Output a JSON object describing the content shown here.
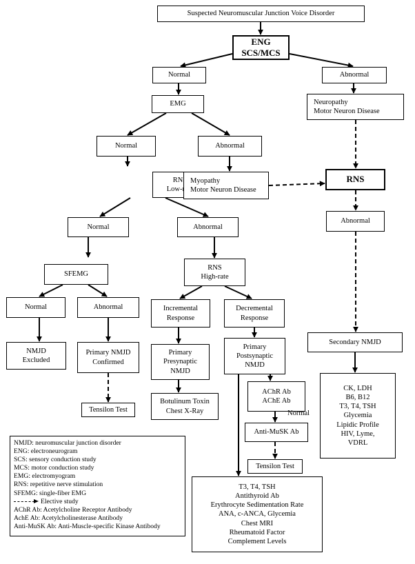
{
  "boxes": {
    "suspected": [
      "Suspected Neuromuscular Junction Voice Disorder"
    ],
    "eng": [
      "ENG",
      "SCS/MCS"
    ],
    "eng_normal": [
      "Normal"
    ],
    "eng_abnormal": [
      "Abnormal"
    ],
    "emg": [
      "EMG"
    ],
    "neuropathy": [
      "Neuropathy",
      "Motor Neuron Disease"
    ],
    "emg_normal": [
      "Normal"
    ],
    "emg_abnormal": [
      "Abnormal"
    ],
    "rns_low": [
      "RNS",
      "Low-rate"
    ],
    "myopathy": [
      "Myopathy",
      "Motor Neuron Disease"
    ],
    "rns_right": [
      "RNS"
    ],
    "rns_low_normal": [
      "Normal"
    ],
    "rns_low_abnormal": [
      "Abnormal"
    ],
    "rns_right_abnormal": [
      "Abnormal"
    ],
    "sfemg": [
      "SFEMG"
    ],
    "rns_high": [
      "RNS",
      "High-rate"
    ],
    "sfemg_normal": [
      "Normal"
    ],
    "sfemg_abnormal": [
      "Abnormal"
    ],
    "incremental": [
      "Incremental",
      "Response"
    ],
    "decremental": [
      "Decremental",
      "Response"
    ],
    "nmjd_excluded": [
      "NMJD",
      "Excluded"
    ],
    "primary_confirmed": [
      "Primary NMJD",
      "Confirmed"
    ],
    "primary_presynaptic": [
      "Primary",
      "Presynaptic",
      "NMJD"
    ],
    "primary_postsynaptic": [
      "Primary",
      "Postsynaptic",
      "NMJD"
    ],
    "secondary_nmjd": [
      "Secondary NMJD"
    ],
    "ab_tests": [
      "AChR Ab",
      "AChE Ab"
    ],
    "labs_right": [
      "CK, LDH",
      "B6, B12",
      "T3, T4, TSH",
      "Glycemia",
      "Lipidic Profile",
      "HIV, Lyme,",
      "VDRL"
    ],
    "tensilon_left": [
      "Tensilon Test"
    ],
    "botulinum": [
      "Botulinum Toxin",
      "Chest X-Ray"
    ],
    "antimusk": [
      "Anti-MuSK Ab"
    ],
    "tensilon_right": [
      "Tensilon Test"
    ],
    "labs_bottom": [
      "T3, T4, TSH",
      "Antithyroid Ab",
      "Erythrocyte Sedimentation Rate",
      "ANA, c-ANCA, Glycemia",
      "Chest MRI",
      "Rheumatoid Factor",
      "Complement Levels"
    ]
  },
  "edge_labels": {
    "normal_to_antimusk": "Normal"
  },
  "legend": {
    "lines": [
      "NMJD: neuromuscular junction disorder",
      "ENG: electroneurogram",
      "SCS: sensory conduction study",
      "MCS: motor conduction study",
      "EMG: electromyogram",
      "RNS: repetitive nerve stimulation",
      "SFEMG: single-fiber EMG"
    ],
    "elective_label": "Elective study",
    "lines2": [
      "AChR Ab: Acetylcholine Receptor Antibody",
      "AchE Ab: Acetylcholinesterase Antibody",
      "Anti-MuSK Ab: Anti-Muscle-specific Kinase Antibody"
    ]
  }
}
